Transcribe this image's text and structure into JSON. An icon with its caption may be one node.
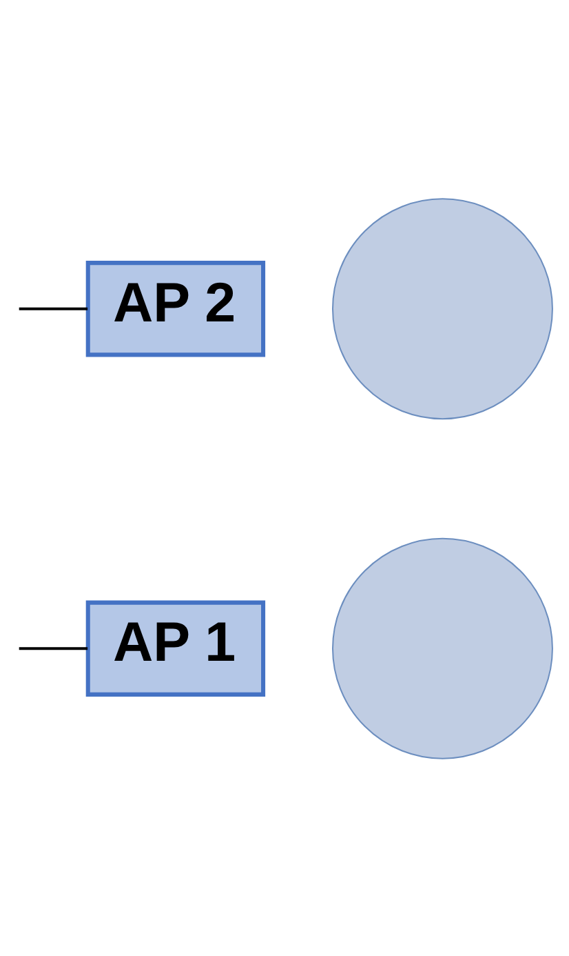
{
  "diagram": {
    "nodes": [
      {
        "text": [
          "AP 2"
        ]
      },
      {
        "text": [],
        "shape": "circle"
      },
      {
        "text": [
          "AP 1"
        ]
      },
      {
        "text": [],
        "shape": "circle"
      }
    ],
    "edges": [
      {
        "from": null,
        "to": 0,
        "arrow": "none"
      },
      {
        "from": null,
        "to": 2,
        "arrow": "none"
      }
    ]
  }
}
